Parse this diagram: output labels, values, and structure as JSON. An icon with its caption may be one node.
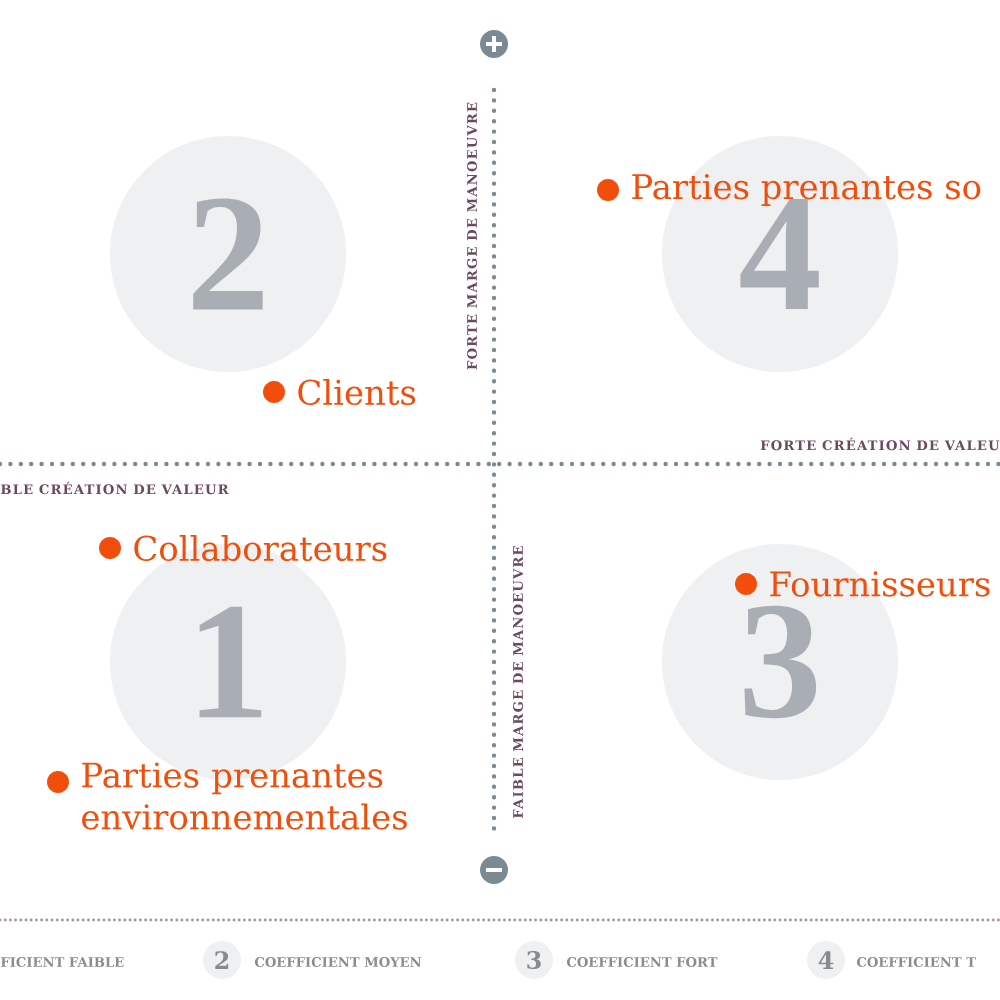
{
  "diagram": {
    "nodes": [
      {
        "text": [
          "2"
        ]
      },
      {
        "text": [
          "4"
        ]
      },
      {
        "text": [
          "1"
        ]
      },
      {
        "text": [
          "3"
        ]
      }
    ],
    "edges": [],
    "labels": [
      "FORTE MARGE DE MANOEUVRE",
      "Parties prenantes so",
      "Clients",
      "FORTE CRÉATION DE VALEU",
      "BLE CRÉATION DE VALEUR",
      "Collaborateurs",
      "FAIBLE MARGE DE MANOEUVRE",
      "Fournisseurs",
      "Parties prenantes environnementales",
      "FICIENT FAIBLE",
      "2",
      "COEFFICIENT MOYEN",
      "3",
      "COEFFICIENT FORT",
      "4",
      "COEFFICIENT T"
    ]
  }
}
